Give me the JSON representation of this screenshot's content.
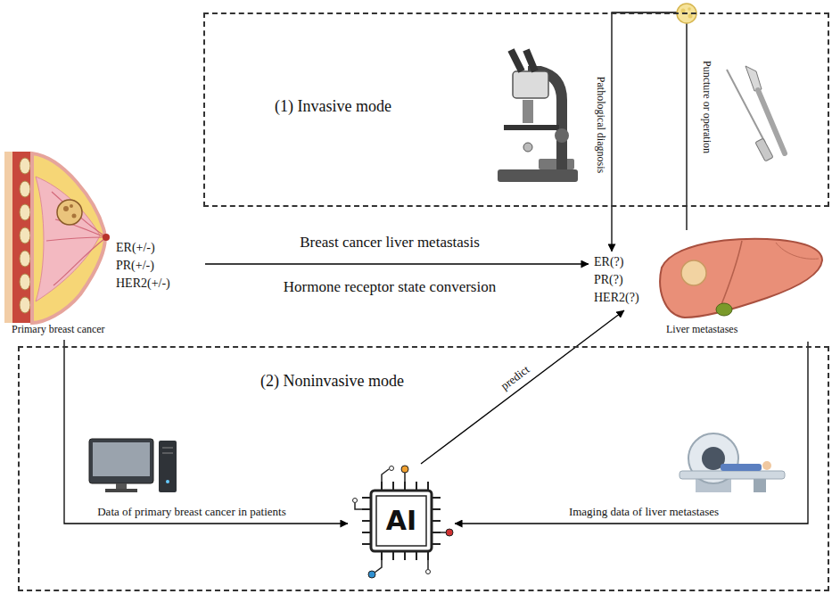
{
  "diagram": {
    "nodes": [
      {
        "text": [
          "(1) Invasive mode"
        ]
      },
      {
        "text": [
          "ER(+/-) PR(+/-) HER2(+/-)",
          "Primary breast cancer"
        ]
      },
      {
        "text": [
          "ER(?) PR(?) HER2(?)"
        ]
      },
      {
        "text": [
          "Liver metastases"
        ]
      },
      {
        "text": [
          "(2) Noninvasive mode"
        ]
      },
      {
        "text": [
          "AI"
        ],
        "in": 4
      }
    ],
    "edges": [
      {
        "from": 1,
        "to": 2,
        "arrow": "to",
        "label": "Breast cancer liver metastasis"
      },
      {
        "from": 3,
        "to": 2,
        "arrow": "to",
        "label": "Puncture or operation"
      },
      {
        "from": 1,
        "to": 5,
        "arrow": "to",
        "label": "Data of primary breast cancer in patients"
      },
      {
        "from": 3,
        "to": 5,
        "arrow": "to",
        "label": "Imaging data of liver metastases"
      },
      {
        "from": 5,
        "to": 2,
        "arrow": "to",
        "label": "predict"
      }
    ],
    "labels": [
      "Hormone receptor state conversion",
      "Pathological diagnosis"
    ]
  }
}
